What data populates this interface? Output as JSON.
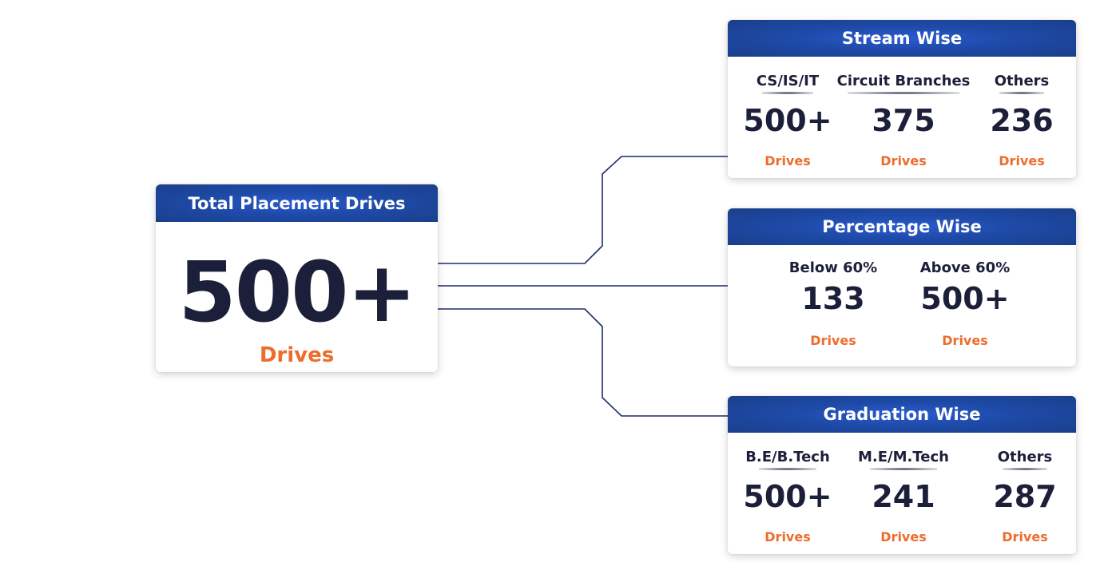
{
  "total": {
    "title": "Total Placement Drives",
    "value": "500+",
    "unit": "Drives"
  },
  "stream": {
    "title": "Stream Wise",
    "items": [
      {
        "label": "CS/IS/IT",
        "value": "500+",
        "unit": "Drives"
      },
      {
        "label": "Circuit Branches",
        "value": "375",
        "unit": "Drives"
      },
      {
        "label": "Others",
        "value": "236",
        "unit": "Drives"
      }
    ]
  },
  "percentage": {
    "title": "Percentage Wise",
    "items": [
      {
        "label": "Below 60%",
        "value": "133",
        "unit": "Drives"
      },
      {
        "label": "Above 60%",
        "value": "500+",
        "unit": "Drives"
      }
    ]
  },
  "graduation": {
    "title": "Graduation Wise",
    "items": [
      {
        "label": "B.E/B.Tech",
        "value": "500+",
        "unit": "Drives"
      },
      {
        "label": "M.E/M.Tech",
        "value": "241",
        "unit": "Drives"
      },
      {
        "label": "Others",
        "value": "287",
        "unit": "Drives"
      }
    ]
  },
  "colors": {
    "header_blue": "#1e4aa8",
    "accent_orange": "#ee6c2c",
    "text_dark": "#1c1f3a",
    "connector": "#1a2a6c"
  }
}
